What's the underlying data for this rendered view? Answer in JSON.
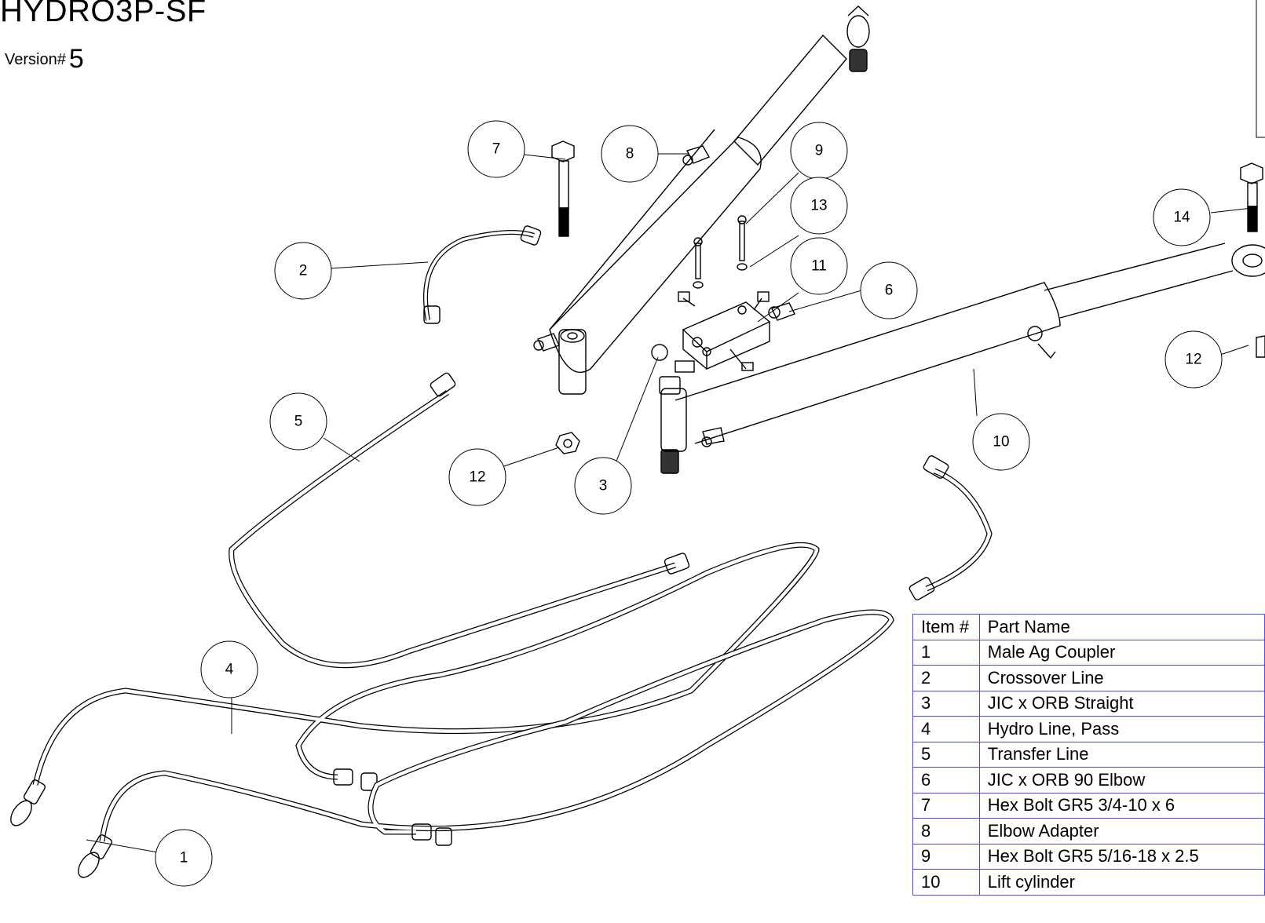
{
  "title": "HYDRO3P-SF",
  "version_label": "Version#",
  "version_number": "5",
  "callouts": [
    {
      "id": "1"
    },
    {
      "id": "2"
    },
    {
      "id": "3"
    },
    {
      "id": "4"
    },
    {
      "id": "5"
    },
    {
      "id": "6"
    },
    {
      "id": "7"
    },
    {
      "id": "8"
    },
    {
      "id": "9"
    },
    {
      "id": "10"
    },
    {
      "id": "11"
    },
    {
      "id": "12"
    },
    {
      "id": "12"
    },
    {
      "id": "13"
    },
    {
      "id": "14"
    }
  ],
  "parts_table": {
    "headers": [
      "Item #",
      "Part Name"
    ],
    "rows": [
      [
        "1",
        "Male Ag Coupler"
      ],
      [
        "2",
        "Crossover Line"
      ],
      [
        "3",
        "JIC x ORB Straight"
      ],
      [
        "4",
        "Hydro Line, Pass"
      ],
      [
        "5",
        "Transfer Line"
      ],
      [
        "6",
        "JIC x ORB 90 Elbow"
      ],
      [
        "7",
        "Hex Bolt GR5 3/4-10 x 6"
      ],
      [
        "8",
        "Elbow Adapter"
      ],
      [
        "9",
        "Hex Bolt GR5 5/16-18 x 2.5"
      ],
      [
        "10",
        "Lift cylinder"
      ]
    ]
  },
  "colors": {
    "table_border": "#4a4ae8",
    "line": "#000000"
  }
}
